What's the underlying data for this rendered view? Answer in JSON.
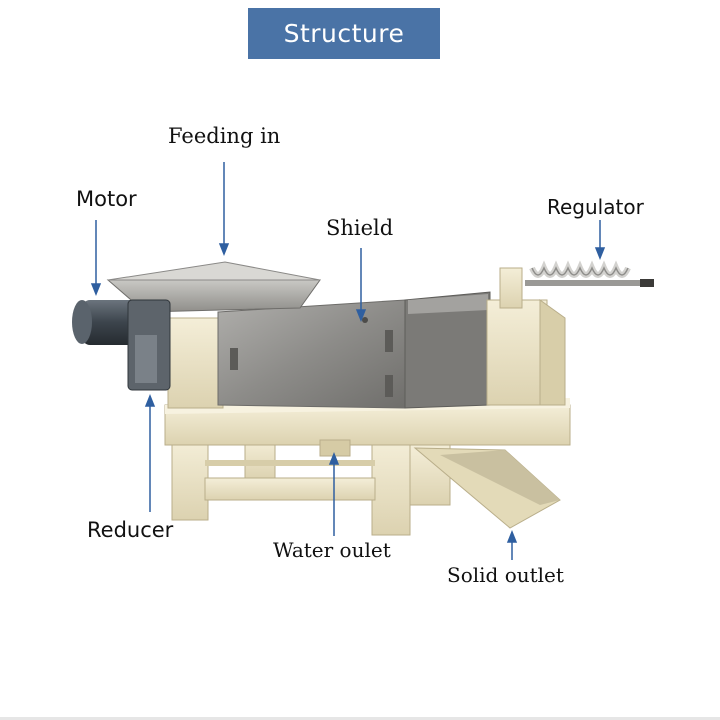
{
  "title": "Structure",
  "labels": {
    "feeding_in": "Feeding in",
    "motor": "Motor",
    "shield": "Shield",
    "regulator": "Regulator",
    "reducer": "Reducer",
    "water_outlet": "Water oulet",
    "solid_outlet": "Solid outlet"
  },
  "colors": {
    "title_bg": "#4a73a6",
    "frame": "#ece3c6",
    "steel": "#8a8987",
    "motor": "#3f4750",
    "arrow": "#2f5fa0"
  }
}
